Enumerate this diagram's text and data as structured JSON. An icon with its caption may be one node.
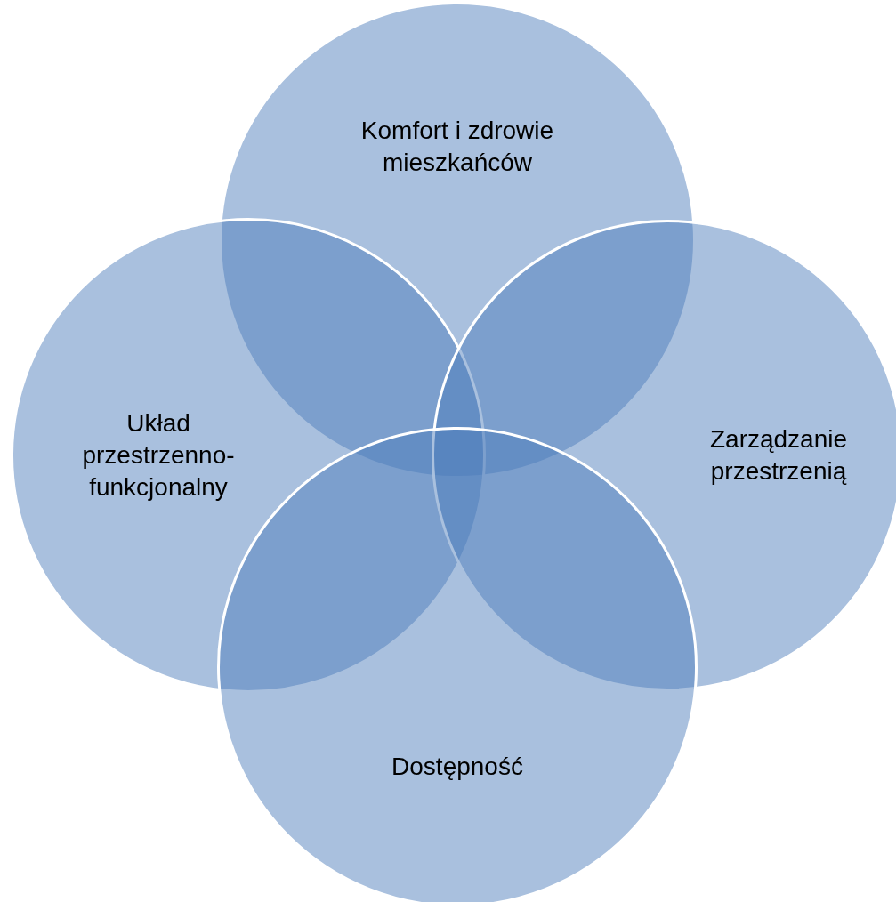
{
  "diagram": {
    "nodes": [
      {
        "text": [
          "Komfort i zdrowie mieszkańców"
        ]
      },
      {
        "text": [
          "Układ przestrzenno-funkcjonalny"
        ]
      },
      {
        "text": [
          "Zarządzanie przestrzenią"
        ]
      },
      {
        "text": [
          "Dostępność"
        ]
      }
    ]
  }
}
